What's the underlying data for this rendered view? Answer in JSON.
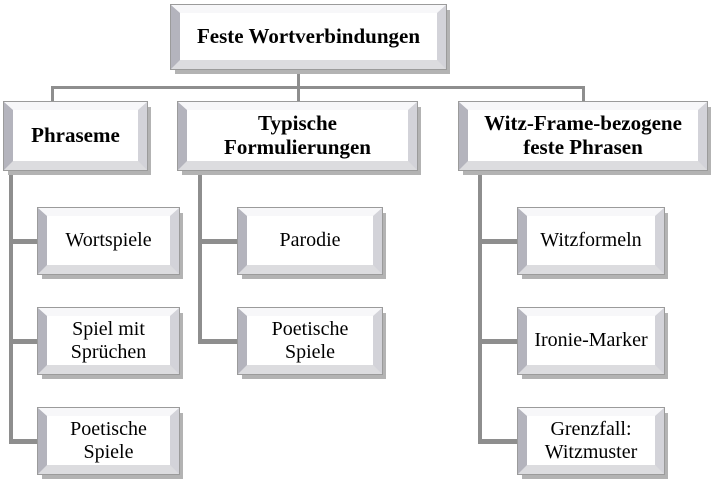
{
  "diagram": {
    "title": "Feste Wortverbindungen",
    "type": "tree",
    "root": {
      "label": "Feste Wortverbindungen"
    },
    "branches": [
      {
        "label": "Phraseme",
        "children": [
          {
            "label": "Wortspiele"
          },
          {
            "label": "Spiel mit Sprüchen"
          },
          {
            "label": "Poetische Spiele"
          }
        ]
      },
      {
        "label": "Typische Formulierungen",
        "children": [
          {
            "label": "Parodie"
          },
          {
            "label": "Poetische Spiele"
          }
        ]
      },
      {
        "label": "Witz-Frame-bezogene feste Phrasen",
        "children": [
          {
            "label": "Witzformeln"
          },
          {
            "label": "Ironie-Marker"
          },
          {
            "label": "Grenzfall: Witzmuster"
          }
        ]
      }
    ],
    "colors": {
      "background": "#ffffff",
      "connector": "#8e8e8e",
      "box_fill": "#ffffff",
      "box_outline": "#9b9b9b",
      "box_shadow": "#b3b3b3",
      "bevel_light": "#f7f7f9",
      "bevel_dark": "#b4b4bd",
      "text": "#000000"
    }
  }
}
